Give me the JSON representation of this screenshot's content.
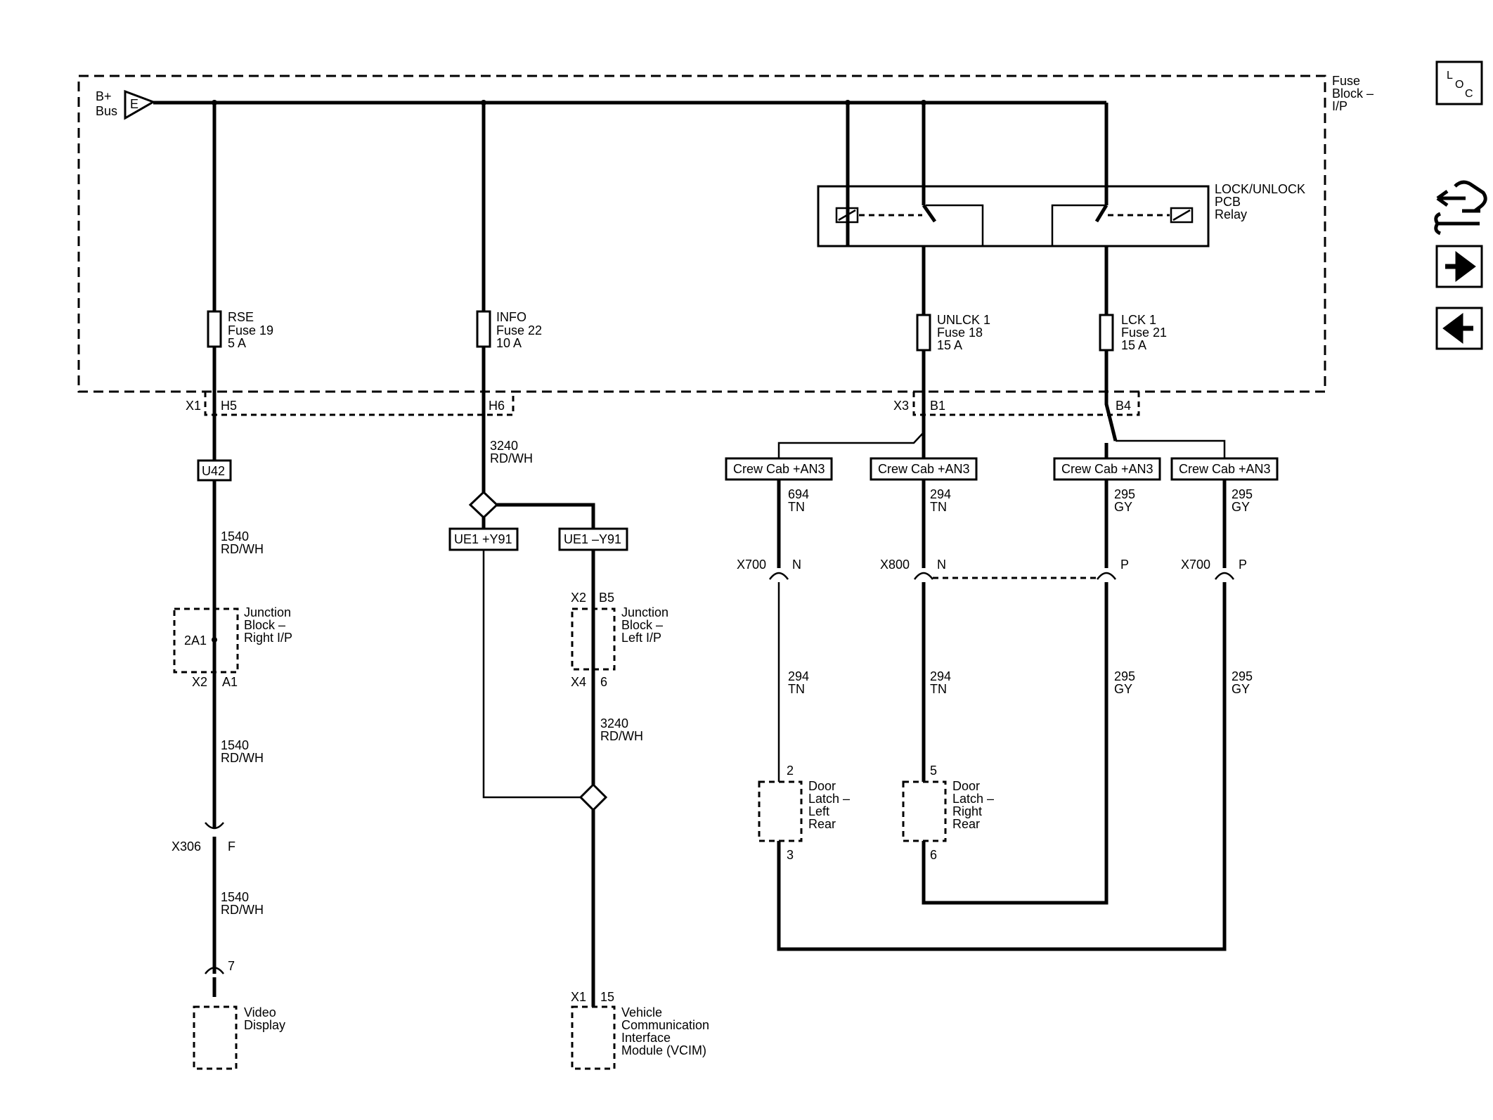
{
  "bplus": {
    "line1": "B+",
    "line2": "Bus",
    "tag": "E"
  },
  "fuse_block": {
    "line1": "Fuse",
    "line2": "Block –",
    "line3": "I/P"
  },
  "relay": {
    "line1": "LOCK/UNLOCK",
    "line2": "PCB",
    "line3": "Relay"
  },
  "fuses": {
    "rse": {
      "line1": "RSE",
      "line2": "Fuse 19",
      "line3": "5 A"
    },
    "info": {
      "line1": "INFO",
      "line2": "Fuse 22",
      "line3": "10 A"
    },
    "unlck": {
      "line1": "UNLCK 1",
      "line2": "Fuse 18",
      "line3": "15 A"
    },
    "lck": {
      "line1": "LCK 1",
      "line2": "Fuse 21",
      "line3": "15 A"
    }
  },
  "connectors": {
    "x1": "X1",
    "h5": "H5",
    "h6": "H6",
    "x3": "X3",
    "b1": "B1",
    "b4": "B4",
    "x2a": "X2",
    "a1": "A1",
    "x2b": "X2",
    "b5": "B5",
    "x4": "X4",
    "six": "6",
    "x306": "X306",
    "f": "F",
    "seven": "7",
    "x1b": "X1",
    "fifteen": "15",
    "x700a": "X700",
    "na": "N",
    "x800": "X800",
    "nb": "N",
    "pa": "P",
    "x700b": "X700",
    "pb": "P",
    "two": "2",
    "three": "3",
    "five": "5",
    "six_b": "6"
  },
  "options": {
    "u42": "U42",
    "ue1_pos": "UE1 +Y91",
    "ue1_neg": "UE1 –Y91",
    "crew1": "Crew Cab +AN3",
    "crew2": "Crew Cab +AN3",
    "crew3": "Crew Cab +AN3",
    "crew4": "Crew Cab +AN3"
  },
  "wires": {
    "w3240a": {
      "num": "3240",
      "color": "RD/WH"
    },
    "w1540a": {
      "num": "1540",
      "color": "RD/WH"
    },
    "w1540b": {
      "num": "1540",
      "color": "RD/WH"
    },
    "w1540c": {
      "num": "1540",
      "color": "RD/WH"
    },
    "w3240b": {
      "num": "3240",
      "color": "RD/WH"
    },
    "w694": {
      "num": "694",
      "color": "TN"
    },
    "w294a": {
      "num": "294",
      "color": "TN"
    },
    "w295a": {
      "num": "295",
      "color": "GY"
    },
    "w295b": {
      "num": "295",
      "color": "GY"
    },
    "w294b": {
      "num": "294",
      "color": "TN"
    },
    "w294c": {
      "num": "294",
      "color": "TN"
    },
    "w295c": {
      "num": "295",
      "color": "GY"
    },
    "w295d": {
      "num": "295",
      "color": "GY"
    }
  },
  "components": {
    "jb_right": {
      "id": "2A1",
      "line1": "Junction",
      "line2": "Block –",
      "line3": "Right I/P"
    },
    "jb_left": {
      "line1": "Junction",
      "line2": "Block –",
      "line3": "Left I/P"
    },
    "video": {
      "line1": "Video",
      "line2": "Display"
    },
    "vcim": {
      "line1": "Vehicle",
      "line2": "Communication",
      "line3": "Interface",
      "line4": "Module (VCIM)"
    },
    "door_lr": {
      "line1": "Door",
      "line2": "Latch –",
      "line3": "Left",
      "line4": "Rear"
    },
    "door_rr": {
      "line1": "Door",
      "line2": "Latch –",
      "line3": "Right",
      "line4": "Rear"
    }
  },
  "sidebar": {
    "loc": {
      "l": "L",
      "o": "O",
      "c": "C"
    },
    "icons": [
      "service-tools-icon",
      "arrow-right-icon",
      "arrow-left-icon"
    ]
  }
}
